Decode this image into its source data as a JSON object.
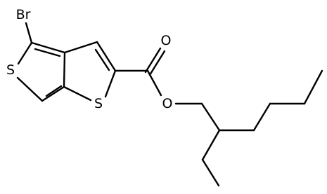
{
  "molecule": {
    "atoms": {
      "bromine": "Br",
      "sulfur_left": "S",
      "sulfur_ring": "S",
      "carbonyl_oxygen": "O",
      "ester_oxygen": "O"
    }
  },
  "colors": {
    "ink": "#000000",
    "background": "#ffffff"
  }
}
